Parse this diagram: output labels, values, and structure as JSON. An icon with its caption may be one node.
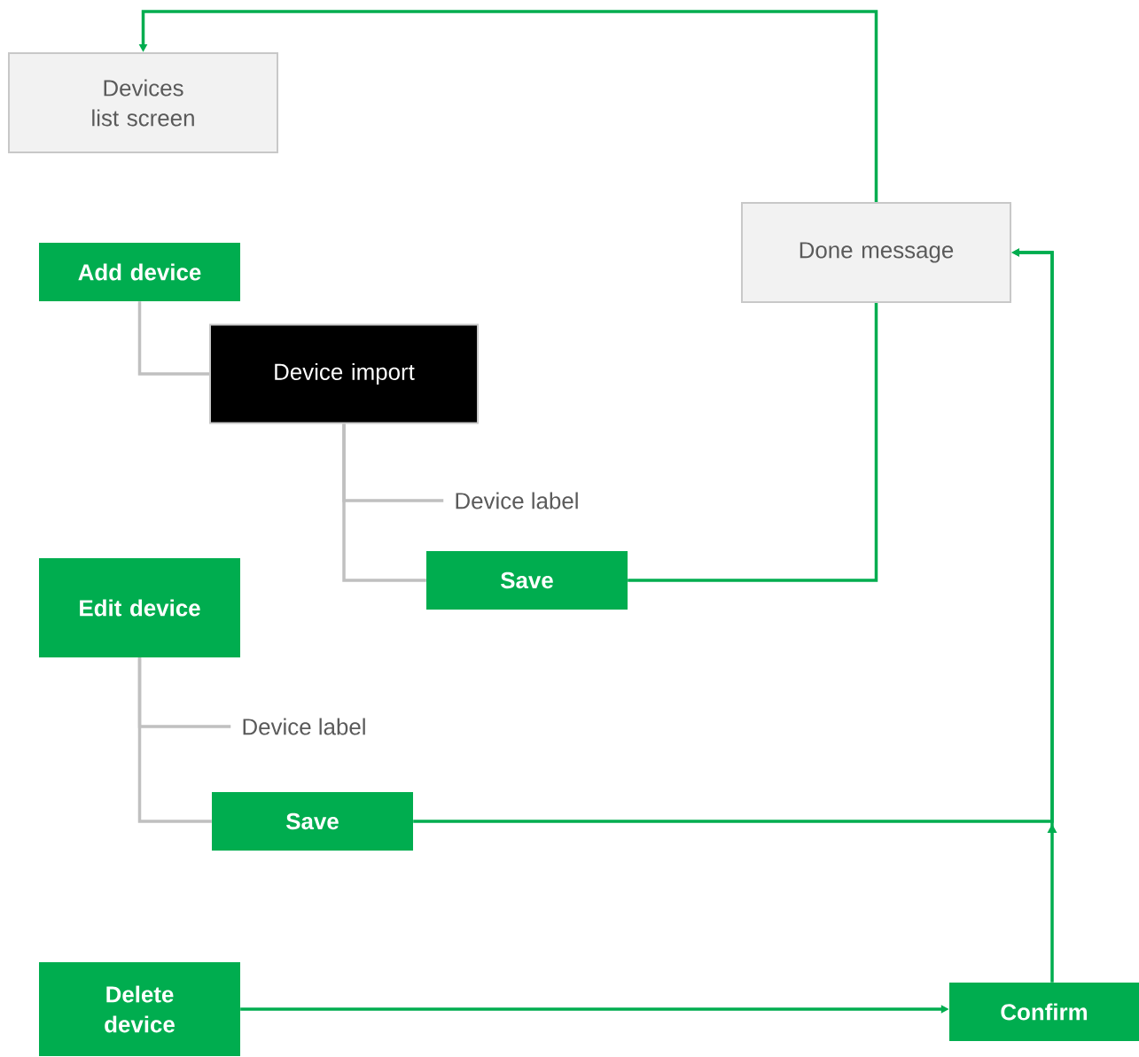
{
  "diagram": {
    "nodes": [
      {
        "text": [
          "Devices list screen"
        ]
      },
      {
        "text": [
          "Add device"
        ]
      },
      {
        "text": [
          "Device import"
        ]
      },
      {
        "text": [
          "Device label"
        ]
      },
      {
        "text": [
          "Save"
        ]
      },
      {
        "text": [
          "Done message"
        ]
      },
      {
        "text": [
          "Edit device"
        ]
      },
      {
        "text": [
          "Device label"
        ]
      },
      {
        "text": [
          "Save"
        ]
      },
      {
        "text": [
          "Delete device"
        ]
      },
      {
        "text": [
          "Confirm"
        ]
      }
    ],
    "edges": [
      {
        "from": 1,
        "to": 2,
        "arrow": "none",
        "color": "#c0c0c0"
      },
      {
        "from": 2,
        "to": 3,
        "arrow": "none",
        "color": "#c0c0c0"
      },
      {
        "from": 2,
        "to": 4,
        "arrow": "none",
        "color": "#c0c0c0"
      },
      {
        "from": 4,
        "to": 5,
        "arrow": "none",
        "color": "#00ad4f"
      },
      {
        "from": 5,
        "to": 0,
        "arrow": "to",
        "color": "#00ad4f"
      },
      {
        "from": 6,
        "to": 7,
        "arrow": "none",
        "color": "#c0c0c0"
      },
      {
        "from": 6,
        "to": 8,
        "arrow": "none",
        "color": "#c0c0c0"
      },
      {
        "from": 8,
        "to": 5,
        "arrow": "to",
        "color": "#00ad4f"
      },
      {
        "from": 10,
        "to": 5,
        "arrow": "to",
        "color": "#00ad4f"
      },
      {
        "from": 9,
        "to": 10,
        "arrow": "to",
        "color": "#00ad4f"
      }
    ]
  }
}
